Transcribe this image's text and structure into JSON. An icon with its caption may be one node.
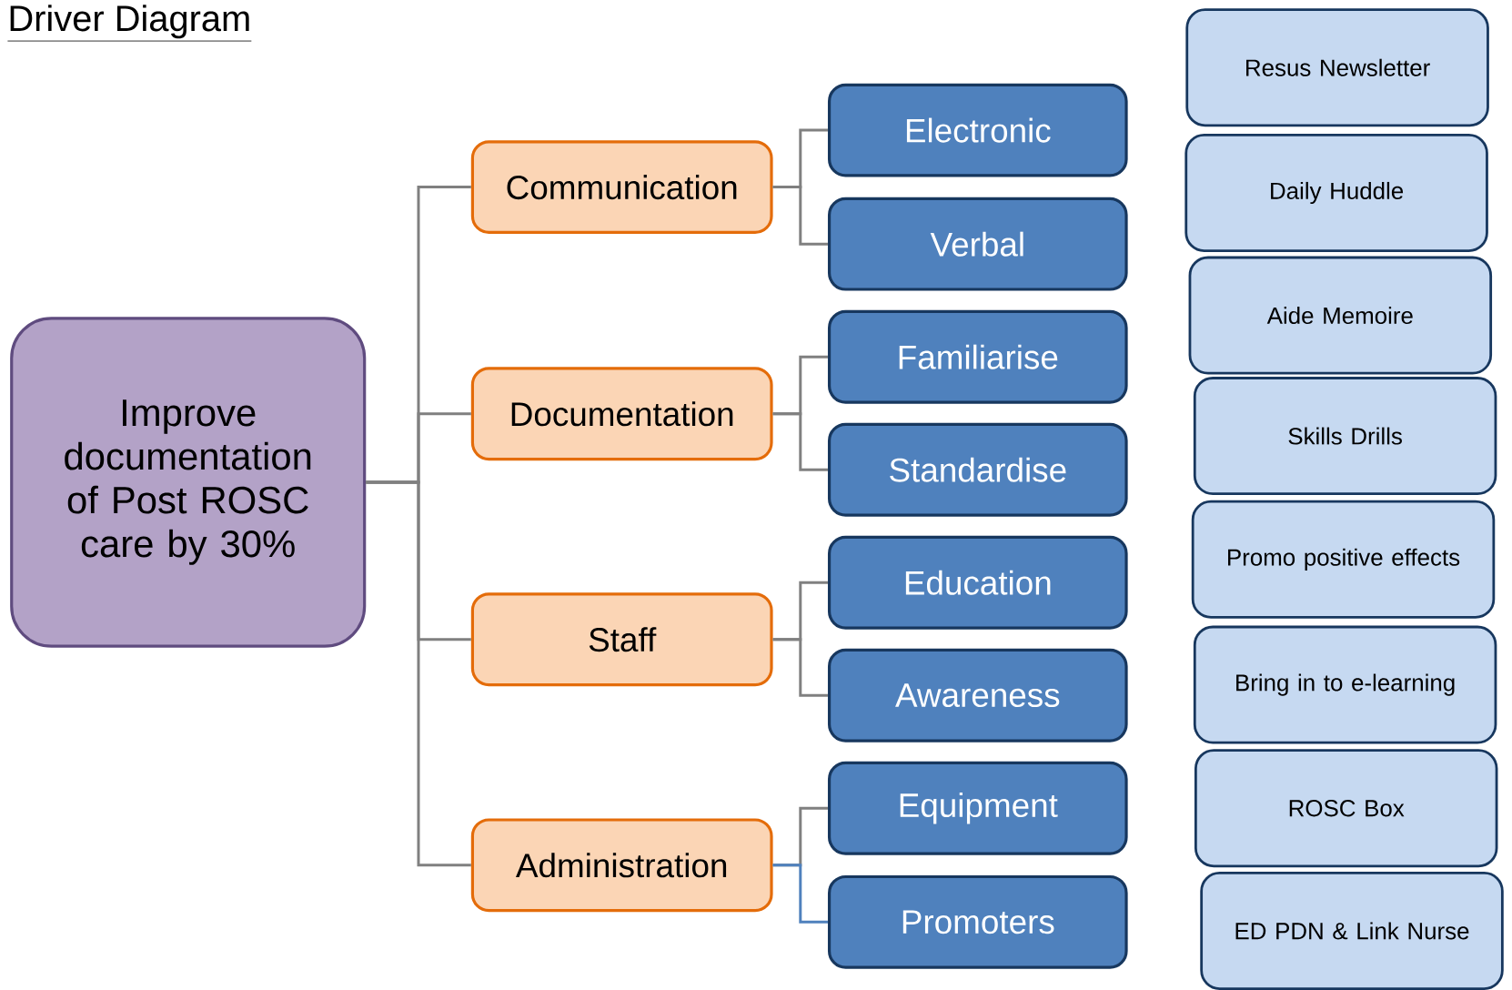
{
  "diagram": {
    "title": "Driver Diagram",
    "nodes": [
      {
        "text": [
          "Improve documentation of Post ROSC care by 30%"
        ]
      },
      {
        "text": [
          "Communication"
        ]
      },
      {
        "text": [
          "Documentation"
        ]
      },
      {
        "text": [
          "Staff"
        ]
      },
      {
        "text": [
          "Administration"
        ]
      },
      {
        "text": [
          "Electronic"
        ]
      },
      {
        "text": [
          "Verbal"
        ]
      },
      {
        "text": [
          "Familiarise"
        ]
      },
      {
        "text": [
          "Standardise"
        ]
      },
      {
        "text": [
          "Education"
        ]
      },
      {
        "text": [
          "Awareness"
        ]
      },
      {
        "text": [
          "Equipment"
        ]
      },
      {
        "text": [
          "Promoters"
        ]
      },
      {
        "text": [
          "Resus Newsletter"
        ]
      },
      {
        "text": [
          "Daily Huddle"
        ]
      },
      {
        "text": [
          "Aide Memoire"
        ]
      },
      {
        "text": [
          "Skills Drills"
        ]
      },
      {
        "text": [
          "Promo positive effects"
        ]
      },
      {
        "text": [
          "Bring in to e-learning"
        ]
      },
      {
        "text": [
          "ROSC Box"
        ]
      },
      {
        "text": [
          "ED PDN & Link Nurse"
        ]
      }
    ],
    "edges": [
      {
        "from": 0,
        "to": 1,
        "arrow": "none"
      },
      {
        "from": 0,
        "to": 2,
        "arrow": "none"
      },
      {
        "from": 0,
        "to": 3,
        "arrow": "none"
      },
      {
        "from": 0,
        "to": 4,
        "arrow": "none"
      },
      {
        "from": 1,
        "to": 5,
        "arrow": "none"
      },
      {
        "from": 1,
        "to": 6,
        "arrow": "none"
      },
      {
        "from": 2,
        "to": 7,
        "arrow": "none"
      },
      {
        "from": 2,
        "to": 8,
        "arrow": "none"
      },
      {
        "from": 3,
        "to": 9,
        "arrow": "none"
      },
      {
        "from": 3,
        "to": 10,
        "arrow": "none"
      },
      {
        "from": 4,
        "to": 11,
        "arrow": "none"
      },
      {
        "from": 4,
        "to": 12,
        "arrow": "none",
        "color": "#4f81bd"
      }
    ]
  }
}
